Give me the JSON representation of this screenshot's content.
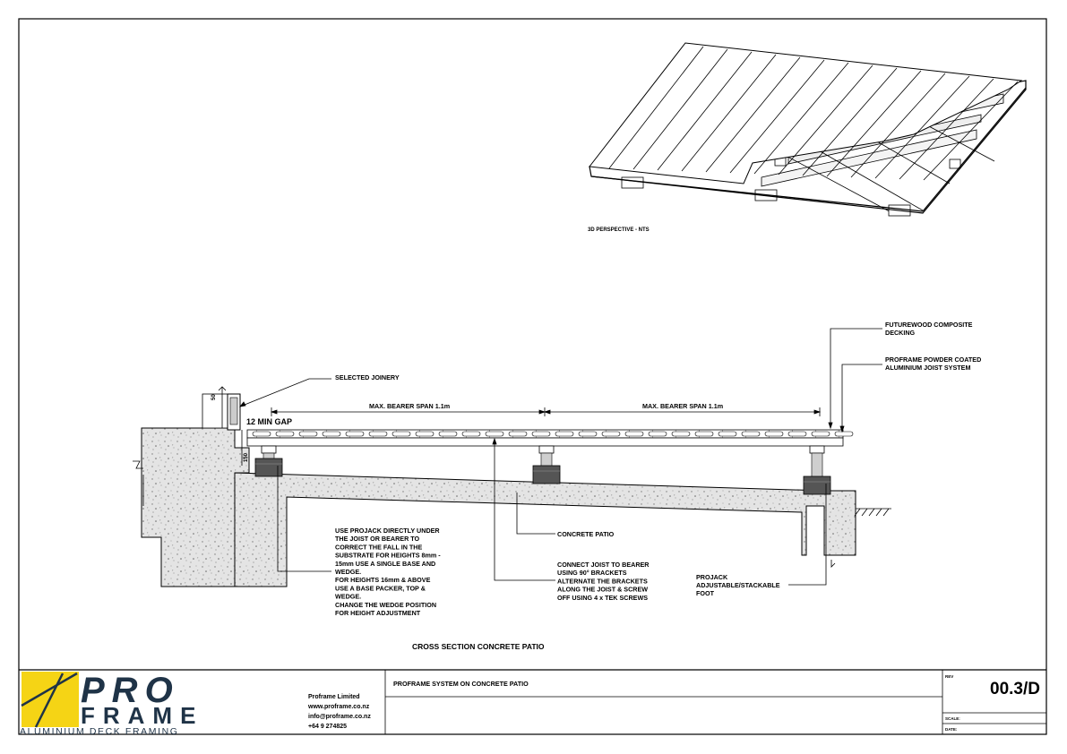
{
  "drawing": {
    "perspective_caption": "3D PERSPECTIVE - NTS",
    "section_title": "CROSS SECTION CONCRETE PATIO",
    "callouts": {
      "decking": [
        "FUTUREWOOD COMPOSITE",
        "DECKING"
      ],
      "joist_system": [
        "PROFRAME POWDER COATED",
        "ALUMINIUM JOIST SYSTEM"
      ],
      "joinery": "SELECTED JOINERY",
      "concrete_patio": "CONCRETE PATIO",
      "projack_usage": [
        "USE PROJACK DIRECTLY UNDER",
        "THE JOIST OR BEARER TO",
        "CORRECT THE FALL IN THE",
        "SUBSTRATE FOR HEIGHTS 8mm -",
        "15mm USE A SINGLE BASE AND",
        "WEDGE.",
        "FOR HEIGHTS 16mm & ABOVE",
        "USE A BASE PACKER, TOP &",
        "WEDGE.",
        "CHANGE THE WEDGE POSITION",
        "FOR HEIGHT ADJUSTMENT"
      ],
      "connect_joist": [
        "CONNECT JOIST TO BEARER",
        "USING 90° BRACKETS",
        "ALTERNATE THE BRACKETS",
        "ALONG THE JOIST & SCREW",
        "OFF USING 4 x TEK SCREWS"
      ],
      "projack_foot": [
        "PROJACK",
        "ADJUSTABLE/STACKABLE",
        "FOOT"
      ]
    },
    "dimensions": {
      "bearer_span_1": "MAX. BEARER SPAN 1.1m",
      "bearer_span_2": "MAX. BEARER SPAN 1.1m",
      "gap": "12 MIN GAP",
      "height": "150",
      "joinery_dim": "50"
    }
  },
  "title_block": {
    "logo_line_1": "PRO",
    "logo_line_2": "FRAME",
    "tagline": "ALUMINIUM DECK FRAMING",
    "company_lines": [
      "Proframe Limited",
      "www.proframe.co.nz",
      "info@proframe.co.nz",
      "+64 9 274825"
    ],
    "project_title": "PROFRAME SYSTEM ON CONCRETE PATIO",
    "rev_label": "REV",
    "drawing_number": "00.3/D",
    "scale_label": "SCALE:",
    "date_label": "DATE:"
  },
  "colors": {
    "logo_yellow": "#f5d415",
    "logo_navy": "#1f3347",
    "concrete": "#dcdcdc",
    "projack": "#555555"
  }
}
